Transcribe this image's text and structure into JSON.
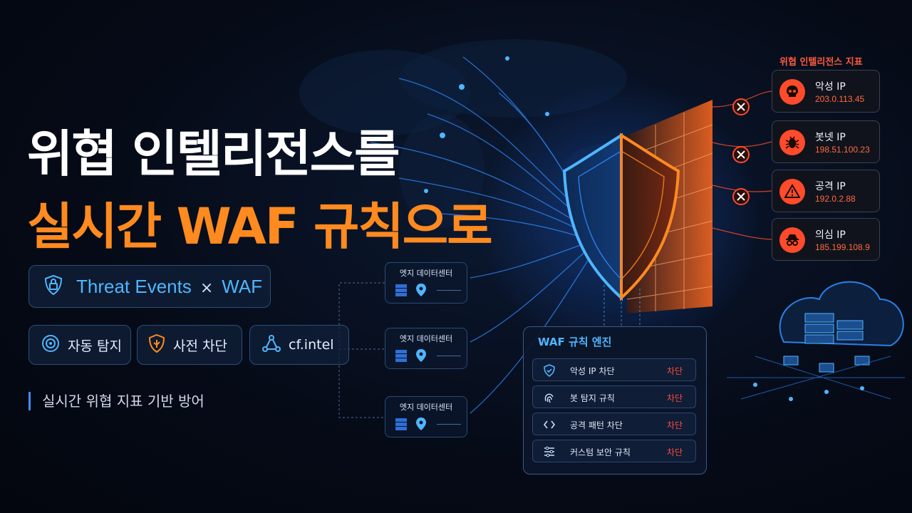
{
  "headline": {
    "line1": "위협 인텔리전스를",
    "line2": "실시간 WAF 규칙으로"
  },
  "main_pill": {
    "left": "Threat Events",
    "times": "×",
    "right": "WAF",
    "icon": "lock-shield-icon"
  },
  "chips": [
    {
      "label": "자동 탐지",
      "icon": "radar-target-icon"
    },
    {
      "label": "사전 차단",
      "icon": "orange-shield-icon"
    },
    {
      "label": "cf.intel",
      "icon": "network-nodes-icon"
    }
  ],
  "subtitle": "실시간 위협 지표 기반 방어",
  "data_centers": [
    {
      "title": "엣지 데이터센터"
    },
    {
      "title": "엣지 데이터센터"
    },
    {
      "title": "엣지 데이터센터"
    }
  ],
  "threat_indicators": {
    "title": "위협 인텔리전스 지표",
    "items": [
      {
        "name": "악성 IP",
        "ip": "203.0.113.45",
        "icon": "skull-icon"
      },
      {
        "name": "봇넷 IP",
        "ip": "198.51.100.23",
        "icon": "bug-icon"
      },
      {
        "name": "공격 IP",
        "ip": "192.0.2.88",
        "icon": "warning-icon"
      },
      {
        "name": "의심 IP",
        "ip": "185.199.108.9",
        "icon": "spy-icon"
      }
    ]
  },
  "waf_engine": {
    "title": "WAF 규칙 엔진",
    "rules": [
      {
        "label": "악성 IP 차단",
        "action": "차단",
        "icon": "shield-check-icon"
      },
      {
        "label": "봇 탐지 규칙",
        "action": "차단",
        "icon": "fingerprint-icon"
      },
      {
        "label": "공격 패턴 차단",
        "action": "차단",
        "icon": "code-brackets-icon"
      },
      {
        "label": "커스텀 보안 규칙",
        "action": "차단",
        "icon": "sliders-icon"
      }
    ]
  },
  "colors": {
    "accent_blue": "#4fb6ff",
    "accent_orange": "#ff8a1f",
    "threat_red": "#ff4b2b"
  }
}
